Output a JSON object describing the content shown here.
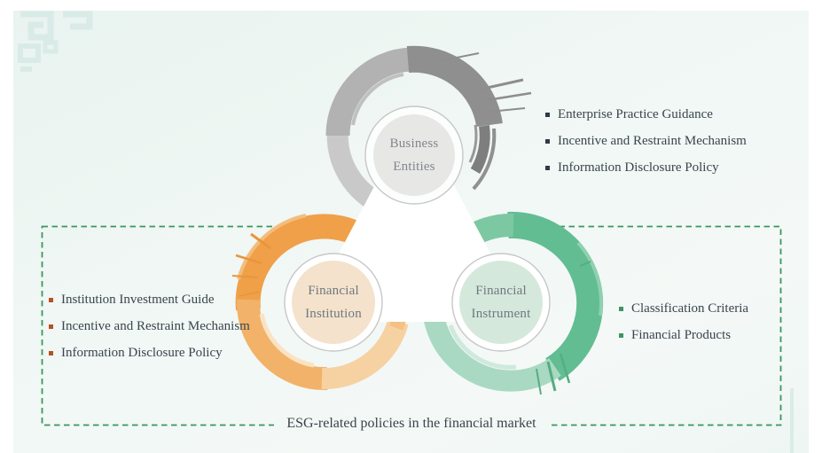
{
  "diagram": {
    "caption": "ESG-related policies in the financial market",
    "nodes": {
      "business": {
        "line1": "Business",
        "line2": "Entities",
        "fill": "#e7e7e6",
        "ring": "#8f8f8f"
      },
      "institution": {
        "line1": "Financial",
        "line2": "Institution",
        "fill": "#f4e2cc",
        "ring": "#efa049"
      },
      "instrument": {
        "line1": "Financial",
        "line2": "Instrument",
        "fill": "#d5e8dc",
        "ring": "#62bd92"
      }
    },
    "lists": {
      "business": {
        "bullet_color": "#2e3a44",
        "items": [
          "Enterprise Practice Guidance",
          "Incentive and Restraint Mechanism",
          "Information Disclosure Policy"
        ]
      },
      "institution": {
        "bullet_color": "#b4531f",
        "items": [
          "Institution Investment Guide",
          "Incentive and Restraint Mechanism",
          "Information Disclosure Policy"
        ]
      },
      "instrument": {
        "bullet_color": "#3f9464",
        "items": [
          "Classification Criteria",
          "Financial Products"
        ]
      }
    },
    "colors": {
      "dashed_boundary": "#3a9660",
      "panel_background": "#edf5f2",
      "corner_pattern": "#d9ebe7",
      "list_text": "#3a444d"
    }
  }
}
